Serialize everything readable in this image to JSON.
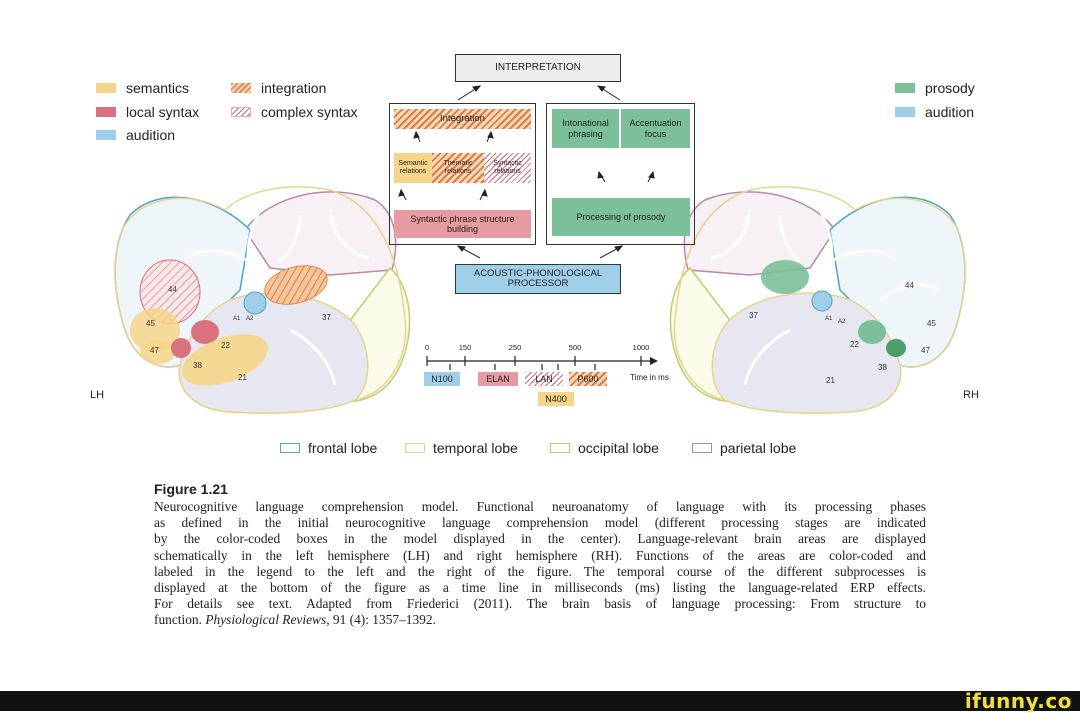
{
  "legend_left": {
    "semantics": "semantics",
    "local_syntax": "local syntax",
    "audition": "audition",
    "integration": "integration",
    "complex_syntax": "complex syntax"
  },
  "legend_right": {
    "prosody": "prosody",
    "audition": "audition"
  },
  "model": {
    "interpretation": "INTERPRETATION",
    "integration": "Integration",
    "semantic_relations": "Semantic relations",
    "thematic_relations": "Thematic relations",
    "syntactic_relations": "Syntactic relations",
    "syntactic_phrase": "Syntactic phrase structure building",
    "intonational_phrasing": "Intonational phrasing",
    "accentuation_focus": "Accentuation focus",
    "processing_prosody": "Processing of prosody",
    "acoustic": "ACOUSTIC-PHONOLOGICAL PROCESSOR"
  },
  "timeline": {
    "ticks": [
      "0",
      "150",
      "250",
      "500",
      "1000"
    ],
    "unit_label": "Time in ms",
    "n100": "N100",
    "elan": "ELAN",
    "lan": "LAN",
    "p600": "P600",
    "n400": "N400"
  },
  "hemispheres": {
    "left": "LH",
    "right": "RH"
  },
  "left_areas": [
    "44",
    "45",
    "47",
    "38",
    "22",
    "21",
    "37",
    "A1",
    "A2"
  ],
  "right_areas": [
    "44",
    "45",
    "47",
    "38",
    "22",
    "21",
    "37",
    "A1",
    "A2"
  ],
  "lobes": {
    "frontal": "frontal lobe",
    "temporal": "temporal lobe",
    "occipital": "occipital lobe",
    "parietal": "parietal lobe"
  },
  "figure": {
    "title": "Figure 1.21",
    "lines": [
      "Neurocognitive language comprehension model. Functional neuroanatomy of language with its processing phases",
      "as defined in the initial neurocognitive language comprehension model (different processing stages are indicated",
      "by the color-coded boxes in the model displayed in the center). Language-relevant brain areas are displayed",
      "schematically in the left hemisphere (LH) and right hemisphere (RH). Functions of the areas are color-coded and",
      "labeled in the legend to the left and the right of the figure. The temporal course of the different subprocesses is",
      "displayed at the bottom of the figure as a time line in milliseconds (ms) listing the language-related ERP effects.",
      "For details see text. Adapted from Friederici (2011). The brain basis of language processing: From structure to"
    ],
    "last_line_start": "function. ",
    "journal": "Physiological Reviews",
    "last_line_end": ", 91 (4): 1357–1392."
  },
  "watermark": "ifunny.co",
  "colors": {
    "semantics": "#f6d58a",
    "local_syntax": "#d9727c",
    "audition": "#9fcfe8",
    "prosody": "#7cc09a",
    "integration": "#e98a5a",
    "frontal": "#4aa7c7",
    "temporal": "#e8d38e",
    "occipital": "#c4cc6a",
    "parietal": "#b88aa9"
  }
}
